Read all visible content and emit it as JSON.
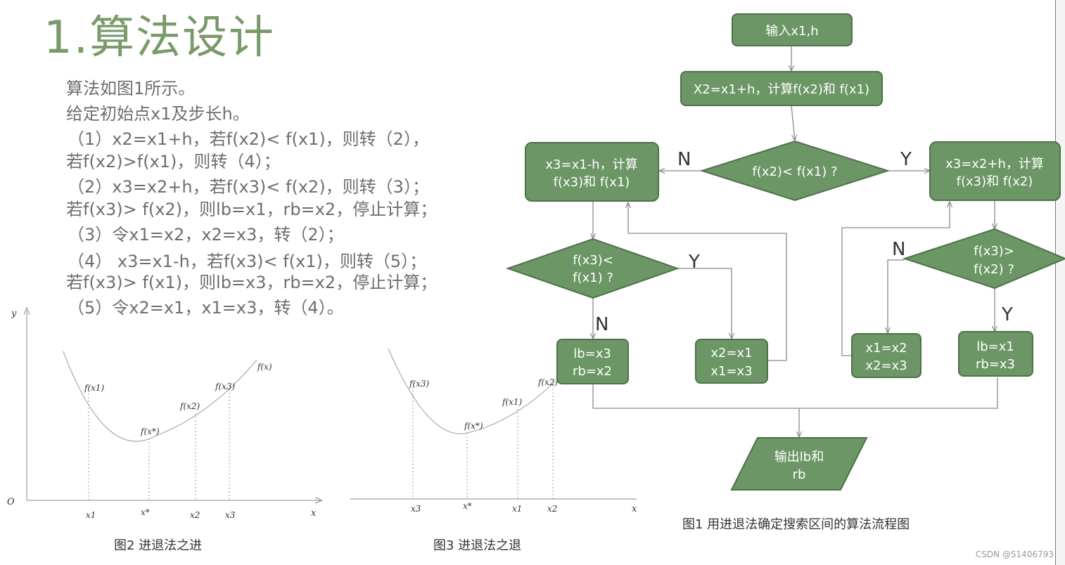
{
  "heading": "1.算法设计",
  "intro": [
    "算法如图1所示。",
    "给定初始点x1及步长h。"
  ],
  "steps": [
    "（1）x2=x1+h，若f(x2)< f(x1)，则转（2），",
    "若f(x2)>f(x1)，则转（4）；",
    "（2）x3=x2+h，若f(x3)< f(x2)，则转（3）；",
    "若f(x3)> f(x2)，则lb=x1，rb=x2，停止计算；",
    "（3）令x1=x2，x2=x3，转（2）；",
    "（4） x3=x1-h，若f(x3)< f(x1)，则转（5）；",
    "若f(x3)> f(x1)，则lb=x3，rb=x2，停止计算；",
    "（5）令x2=x1，x1=x3，转（4）。"
  ],
  "fig2": {
    "caption": "图2 进退法之进",
    "y_axis": "y",
    "x_axis": "x",
    "origin": "O",
    "curve_label": "f(x)",
    "points": [
      "f(x1)",
      "f(x*)",
      "f(x2)",
      "f(x3)"
    ],
    "ticks": [
      "x1",
      "x*",
      "x2",
      "x3"
    ]
  },
  "fig3": {
    "caption": "图3 进退法之退",
    "x_axis": "x",
    "points": [
      "f(x3)",
      "f(x*)",
      "f(x1)",
      "f(x2)"
    ],
    "ticks": [
      "x3",
      "x*",
      "x1",
      "x2"
    ]
  },
  "flowchart": {
    "caption": "图1 用进退法确定搜索区间的算法流程图",
    "start": "输入x1,h",
    "step1": "X2=x1+h，计算f(x2)和 f(x1)",
    "decision1": "f(x2)< f(x1) ?",
    "left_box": [
      "x3=x1-h，计算",
      "f(x3)和 f(x1)"
    ],
    "right_box": [
      "x3=x2+h，计算",
      "f(x3)和 f(x2)"
    ],
    "decision_left": [
      "f(x3)<",
      "f(x1) ?"
    ],
    "decision_right": [
      "f(x3)>",
      "f(x2) ?"
    ],
    "box_lb_x3": [
      "lb=x3",
      "rb=x2"
    ],
    "box_swap_left": [
      "x2=x1",
      "x1=x3"
    ],
    "box_swap_right": [
      "x1=x2",
      "x2=x3"
    ],
    "box_lb_x1": [
      "lb=x1",
      "rb=x3"
    ],
    "output": [
      "输出lb和",
      "rb"
    ],
    "labels": {
      "n": "N",
      "y": "Y"
    }
  },
  "colors": {
    "box_fill": "#6c9666",
    "box_stroke": "#4e7249",
    "heading": "#7a9a6a"
  },
  "watermark": "CSDN @S1406793"
}
